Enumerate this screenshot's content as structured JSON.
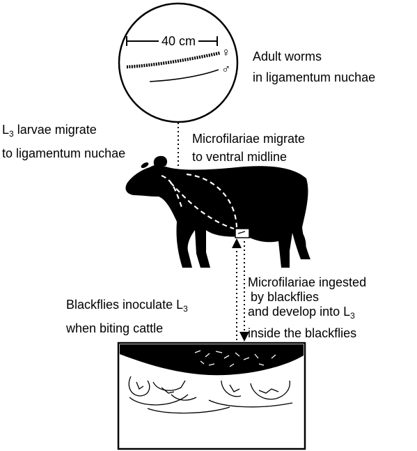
{
  "scale_label": "40 cm",
  "symbols": {
    "female": "♀",
    "male": "♂"
  },
  "labels": {
    "adult_worms": {
      "line1": "Adult worms",
      "line2": "in ligamentum nuchae"
    },
    "l3_migrate": {
      "line1_pre": "L",
      "line1_sub": "3",
      "line1_post": " larvae migrate",
      "line2": "to ligamentum nuchae"
    },
    "microfilariae_migrate": {
      "line1": "Microfilariae migrate",
      "line2": "to ventral midline"
    },
    "ingested": {
      "line1": "Microfilariae ingested",
      "line2": "by blackflies",
      "line3_pre": "and develop into L",
      "line3_sub": "3",
      "line4": "inside the blackflies"
    },
    "inoculate": {
      "line1_pre": "Blackflies inoculate L",
      "line1_sub": "3",
      "line2": "when biting cattle"
    }
  }
}
